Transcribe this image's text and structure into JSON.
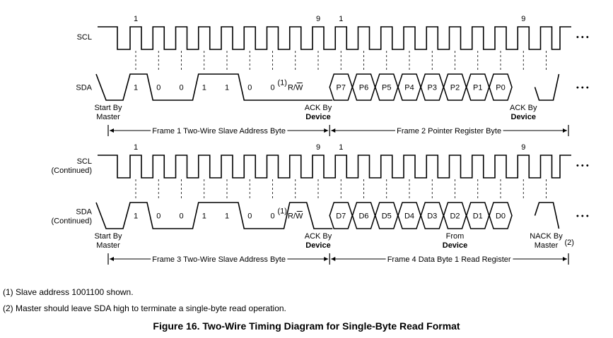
{
  "panels": [
    {
      "scl_label": [
        "SCL"
      ],
      "sda_label": [
        "SDA"
      ],
      "clock_numbers": [
        "1",
        "9",
        "1",
        "9"
      ],
      "address_bits": [
        "1",
        "0",
        "0",
        "1",
        "1",
        "0",
        "0"
      ],
      "address_note_mark": "(1)",
      "rw_label": "R/W",
      "data_bits": [
        "P7",
        "P6",
        "P5",
        "P4",
        "P3",
        "P2",
        "P1",
        "P0"
      ],
      "start_label": [
        "Start By",
        "Master"
      ],
      "ack1_label": [
        "ACK By",
        "Device"
      ],
      "ack2_label": [
        "ACK By",
        "Device"
      ],
      "frame_left": "Frame 1 Two-Wire Slave Address Byte",
      "frame_right": "Frame 2 Pointer Register Byte",
      "ellipsis": "• • •"
    },
    {
      "scl_label": [
        "SCL",
        "(Continued)"
      ],
      "sda_label": [
        "SDA",
        "(Continued)"
      ],
      "clock_numbers": [
        "1",
        "9",
        "1",
        "9"
      ],
      "address_bits": [
        "1",
        "0",
        "0",
        "1",
        "1",
        "0",
        "0"
      ],
      "address_note_mark": "(1)",
      "rw_label": "R/W",
      "data_bits": [
        "D7",
        "D6",
        "D5",
        "D4",
        "D3",
        "D2",
        "D1",
        "D0"
      ],
      "start_label": [
        "Start By",
        "Master"
      ],
      "ack1_label": [
        "ACK By",
        "Device"
      ],
      "from_label": [
        "From",
        "Device"
      ],
      "nack_label": [
        "NACK By",
        "Master"
      ],
      "nack_note_mark": "(2)",
      "frame_left": "Frame 3 Two-Wire Slave Address Byte",
      "frame_right": "Frame 4 Data Byte 1 Read Register",
      "ellipsis": "• • •"
    }
  ],
  "notes": [
    "(1) Slave address 1001100 shown.",
    "(2) Master should leave SDA high to terminate a single-byte read operation."
  ],
  "caption": "Figure 16.  Two-Wire Timing Diagram for Single-Byte Read Format"
}
